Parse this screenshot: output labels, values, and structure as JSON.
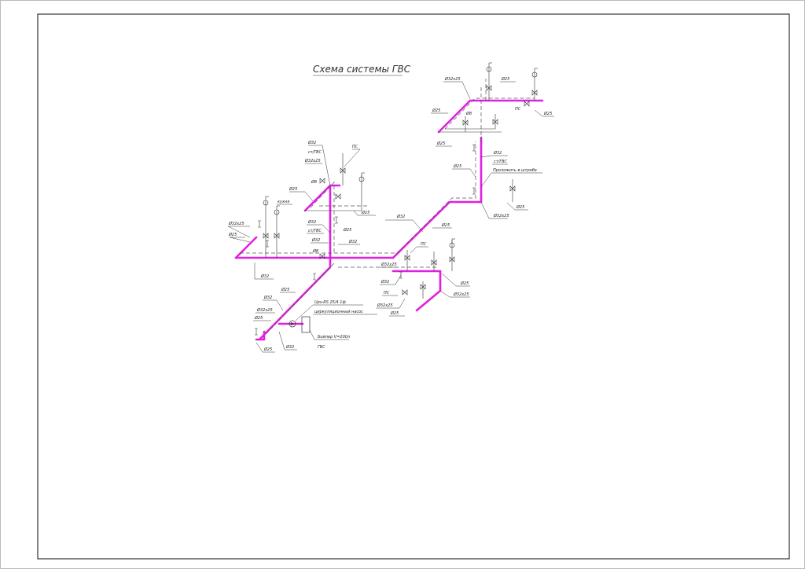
{
  "title": "Схема системы ГВС",
  "labels": {
    "d25": "Ø25",
    "d32": "Ø32",
    "d32x25": "Ø32x25",
    "st_gvs": "ст/ГВС",
    "ps": "ПС",
    "d8": "Ø8",
    "kukhnya": "кухня",
    "pump_model": "Ups-RS 25/4 1ф",
    "pump_name": "циркуляционный насос",
    "boiler": "Бойлер V=200л",
    "gvs": "ГВС",
    "prolozhit": "Проложить в штробе"
  },
  "colors": {
    "supply": "#e020e0",
    "return": "#555555",
    "frame": "#333333"
  }
}
